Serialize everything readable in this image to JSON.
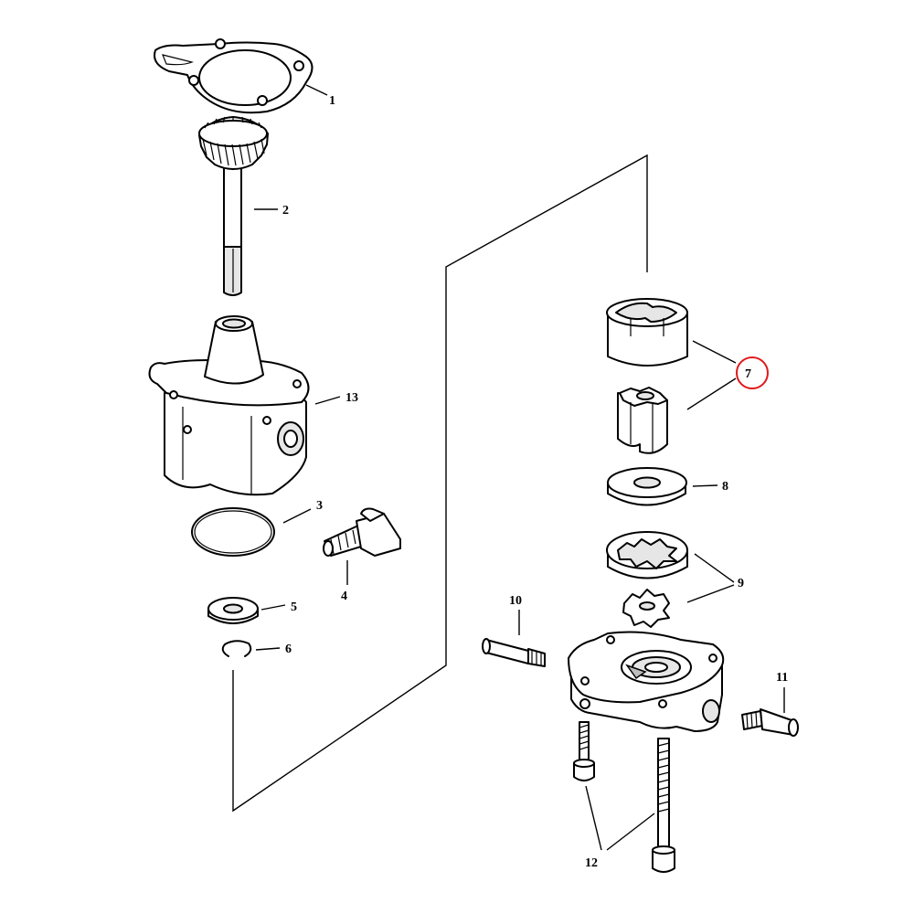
{
  "callouts": {
    "c1": "1",
    "c2": "2",
    "c3": "3",
    "c4": "4",
    "c5": "5",
    "c6": "6",
    "c7": "7",
    "c8": "8",
    "c9": "9",
    "c10": "10",
    "c11": "11",
    "c12": "12",
    "c13": "13"
  },
  "highlight": {
    "callout": "7",
    "color": "#e0191b"
  },
  "colors": {
    "line": "#000000",
    "shade": "#e6e6e6",
    "background": "#ffffff"
  }
}
